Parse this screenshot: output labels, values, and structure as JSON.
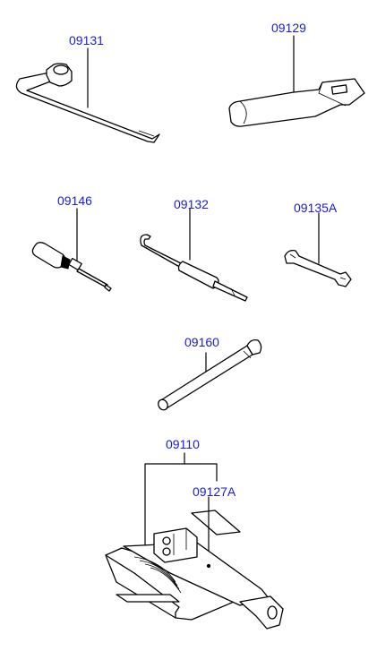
{
  "parts": [
    {
      "id": "09131"
    },
    {
      "id": "09129"
    },
    {
      "id": "09146"
    },
    {
      "id": "09132"
    },
    {
      "id": "09135A"
    },
    {
      "id": "09160"
    },
    {
      "id": "09110"
    },
    {
      "id": "09127A"
    }
  ],
  "colors": {
    "label": "#1a1adb",
    "line": "#000000",
    "background": "#ffffff"
  },
  "illustrations": [
    "lug-wrench",
    "tool-bag",
    "screwdriver",
    "hook-handle",
    "spanner",
    "jack-handle-bar",
    "scissor-jack",
    "jack-label"
  ]
}
